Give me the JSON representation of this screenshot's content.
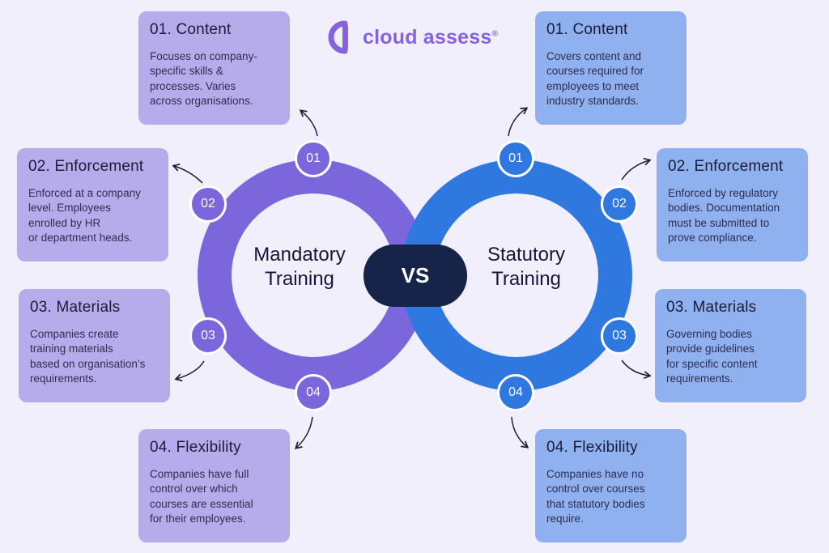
{
  "logo": {
    "brand": "cloud assess",
    "registered": "®",
    "brand_color": "#8762df"
  },
  "center": {
    "vs": "VS"
  },
  "mandatory": {
    "label": "Mandatory\nTraining",
    "ring_color": "#7b66db",
    "card_color": "#b7aceb",
    "numbers": [
      "01",
      "02",
      "03",
      "04"
    ],
    "cards": [
      {
        "title": "01. Content",
        "text": "Focuses on company-\nspecific skills &\nprocesses. Varies\nacross organisations."
      },
      {
        "title": "02. Enforcement",
        "text": "Enforced at a company\nlevel. Employees\nenrolled by HR\nor department heads."
      },
      {
        "title": "03. Materials",
        "text": "Companies create\ntraining materials\nbased on organisation’s\nrequirements."
      },
      {
        "title": "04. Flexibility",
        "text": "Companies have full\ncontrol over which\ncourses are essential\nfor their employees."
      }
    ]
  },
  "statutory": {
    "label": "Statutory\nTraining",
    "ring_color": "#2f78e0",
    "card_color": "#8fb1ef",
    "numbers": [
      "01",
      "02",
      "03",
      "04"
    ],
    "cards": [
      {
        "title": "01. Content",
        "text": "Covers content and\ncourses required for\nemployees to meet\nindustry standards."
      },
      {
        "title": "02. Enforcement",
        "text": "Enforced by regulatory\nbodies. Documentation\nmust be submitted to\nprove compliance."
      },
      {
        "title": "03. Materials",
        "text": "Governing bodies\nprovide guidelines\nfor specific content\nrequirements."
      },
      {
        "title": "04. Flexibility",
        "text": "Companies have no\ncontrol over courses\nthat statutory bodies\nrequire."
      }
    ]
  }
}
